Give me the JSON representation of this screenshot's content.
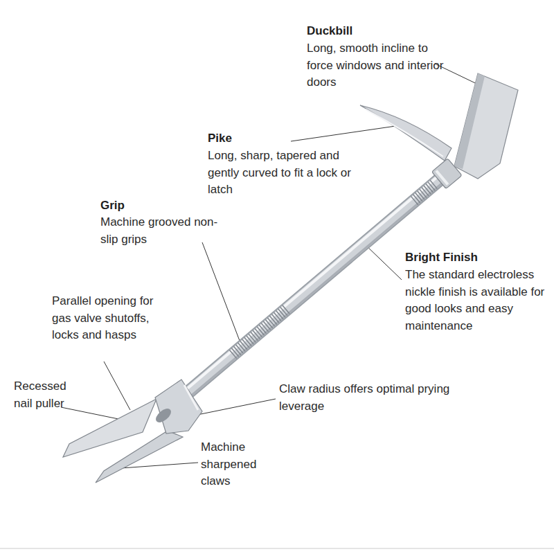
{
  "diagram": {
    "labels": [
      "Duckbill",
      "Long, smooth incline to force windows and interior doors",
      "Pike",
      "Long, sharp, tapered and gently curved to fit a lock or latch",
      "Grip",
      "Machine grooved non-slip grips",
      "Bright Finish",
      "The standard electroless nickle finish is available for good looks and easy maintenance",
      "Parallel opening for gas valve shutoffs, locks and hasps",
      "Recessed nail puller",
      "Claw radius offers optimal prying leverage",
      "Machine sharpened claws"
    ]
  }
}
